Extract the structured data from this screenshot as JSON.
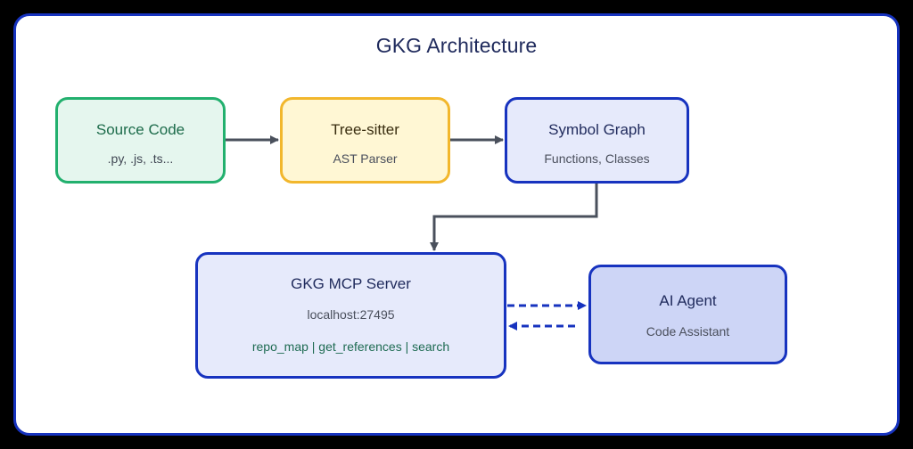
{
  "diagram": {
    "title": "GKG Architecture",
    "colors": {
      "frame_border": "#1733bf",
      "title_text": "#1f2a5c",
      "connector_solid": "#4a505c",
      "connector_dashed": "#1733bf",
      "source_border": "#22b06e",
      "source_fill": "#e5f6ee",
      "tree_border": "#f2b72c",
      "tree_fill": "#fff7d4",
      "symbol_border": "#1733bf",
      "symbol_fill": "#e6eafb",
      "mcp_fill": "#e6eafb",
      "agent_fill": "#cdd5f6",
      "tools_text": "#1e6b52"
    },
    "nodes": {
      "source": {
        "name": "Source Code",
        "sub": ".py, .js, .ts..."
      },
      "tree": {
        "name": "Tree-sitter",
        "sub": "AST Parser"
      },
      "symbol": {
        "name": "Symbol Graph",
        "sub": "Functions, Classes"
      },
      "mcp": {
        "name": "GKG MCP Server",
        "sub": "localhost:27495",
        "tools": "repo_map | get_references | search"
      },
      "agent": {
        "name": "AI Agent",
        "sub": "Code Assistant"
      }
    },
    "edges": [
      {
        "from": "Source Code",
        "to": "Tree-sitter",
        "style": "solid"
      },
      {
        "from": "Tree-sitter",
        "to": "Symbol Graph",
        "style": "solid"
      },
      {
        "from": "Symbol Graph",
        "to": "GKG MCP Server",
        "style": "solid-elbow"
      },
      {
        "from": "GKG MCP Server",
        "to": "AI Agent",
        "style": "dashed"
      },
      {
        "from": "AI Agent",
        "to": "GKG MCP Server",
        "style": "dashed"
      }
    ]
  }
}
